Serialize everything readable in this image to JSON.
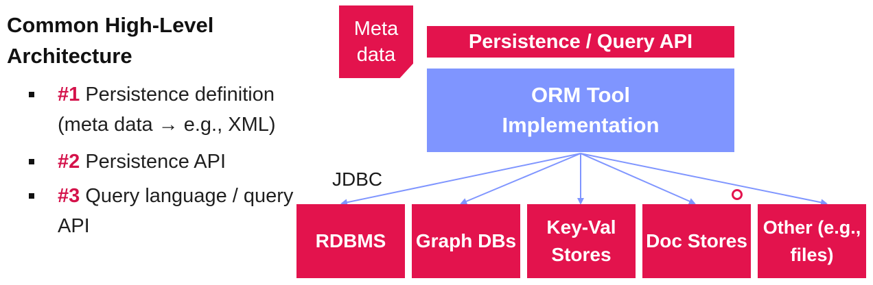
{
  "title_line1": "Common High-Level",
  "title_line2": "Architecture",
  "bullets": [
    {
      "num": "#1",
      "text": "Persistence definition (meta data → e.g., XML)"
    },
    {
      "num": "#2",
      "text": "Persistence API"
    },
    {
      "num": "#3",
      "text": "Query language / query API"
    }
  ],
  "diagram": {
    "meta_box": "Meta data",
    "api_box": "Persistence / Query API",
    "orm_box": "ORM Tool Implementation",
    "jdbc_label": "JDBC",
    "stores": [
      "RDBMS",
      "Graph DBs",
      "Key-Val Stores",
      "Doc Stores",
      "Other (e.g., files)"
    ]
  },
  "colors": {
    "red": "#e3134d",
    "orm_blue": "#7f95ff",
    "arrow_blue": "#7f95ff",
    "bullet_number": "#d4124a"
  }
}
